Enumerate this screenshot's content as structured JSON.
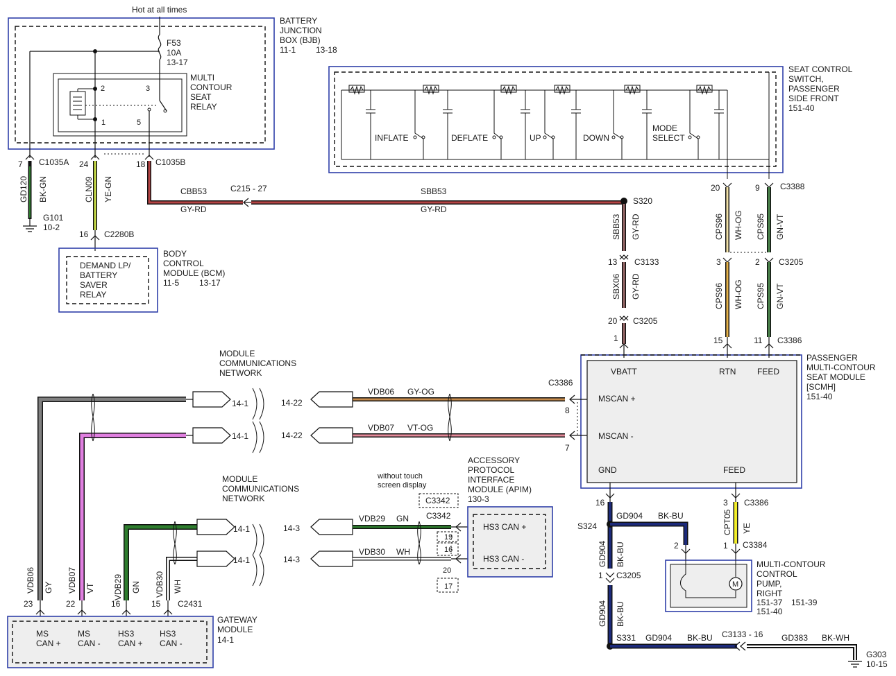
{
  "top_note": "Hot at all times",
  "colors": {
    "box_outline": "#2f3fa8",
    "box_fill": "#eeeeee",
    "wire_black": "#1a1a1a",
    "wire_yellow_green": "#cde34a",
    "wire_grey_red": "#b54444",
    "wire_grey_red_vertical": "#9a6a6a",
    "wire_white_orange": "#f3e2a8",
    "wire_green_violet": "#4f8a4f",
    "wire_grey_orange": "#c58a4c",
    "wire_violet_orange": "#e58a9a",
    "wire_grey": "#808080",
    "wire_violet": "#e07fe0",
    "wire_green": "#2e7d2e",
    "wire_white": "#ffffff",
    "wire_black_blue": "#1c2a7a",
    "wire_yellow": "#f2ee2a"
  },
  "bjb": {
    "title": [
      "BATTERY",
      "JUNCTION",
      "BOX (BJB)"
    ],
    "refs": [
      "11-1",
      "13-18"
    ],
    "fuse": {
      "name": "F53",
      "rating": "10A",
      "ref": "13-17"
    },
    "relay": {
      "label": [
        "MULTI",
        "CONTOUR",
        "SEAT",
        "RELAY"
      ],
      "pins": [
        "2",
        "3",
        "1",
        "5"
      ]
    }
  },
  "connectors_left": [
    {
      "pin": "7",
      "name": "C1035A",
      "circuit": "GD120",
      "color": "BK-GN"
    },
    {
      "pin": "24",
      "name": "",
      "circuit": "CLN09",
      "color": "YE-GN"
    },
    {
      "pin": "18",
      "name": "C1035B",
      "circuit": "",
      "color": ""
    }
  ],
  "ground_g101": {
    "name": "G101",
    "ref": "10-2"
  },
  "bcm": {
    "title": [
      "BODY",
      "CONTROL",
      "MODULE (BCM)"
    ],
    "refs": [
      "11-5",
      "13-17"
    ],
    "inner": [
      "DEMAND LP/",
      "BATTERY",
      "SAVER",
      "RELAY"
    ],
    "pin": "16",
    "connector": "C2280B"
  },
  "gy_rd_run": {
    "left_circuit": "CBB53",
    "left_color": "GY-RD",
    "inline": "C215 - 27",
    "right_circuit": "SBB53",
    "right_color": "GY-RD",
    "splice": "S320"
  },
  "seat_switch": {
    "title": [
      "SEAT CONTROL",
      "SWITCH,",
      "PASSENGER",
      "SIDE FRONT"
    ],
    "ref": "151-40",
    "switches": [
      "INFLATE",
      "DEFLATE",
      "UP",
      "DOWN",
      "MODE",
      "SELECT"
    ]
  },
  "right_connectors": {
    "c3388": {
      "name": "C3388",
      "pins": [
        "20",
        "9"
      ]
    },
    "upper_rtn": {
      "circuit": "CPS96",
      "color": "WH-OG"
    },
    "upper_feed": {
      "circuit": "CPS95",
      "color": "GN-VT"
    },
    "c3205_top": {
      "name": "C3205",
      "pins": [
        "3",
        "2"
      ]
    },
    "lower_rtn": {
      "circuit": "CPS96",
      "color": "WH-OG"
    },
    "lower_feed": {
      "circuit": "CPS95",
      "color": "GN-VT"
    },
    "c3386_top": {
      "name": "C3386",
      "pins": [
        "15",
        "11"
      ]
    }
  },
  "vbatt_run": {
    "upper": {
      "circuit": "SBB53",
      "color": "GY-RD"
    },
    "c3133": {
      "name": "C3133",
      "pin": "13"
    },
    "lower": {
      "circuit": "SBX06",
      "color": "GY-RD"
    },
    "c3205": {
      "name": "C3205",
      "pin": "20"
    },
    "module_pin": "1"
  },
  "scmh": {
    "title": [
      "PASSENGER",
      "MULTI-CONTOUR",
      "SEAT MODULE",
      "[SCMH]"
    ],
    "ref": "151-40",
    "labels": {
      "vbatt": "VBATT",
      "rtn": "RTN",
      "feed_top": "FEED",
      "mscan_p": "MSCAN +",
      "mscan_m": "MSCAN -",
      "gnd": "GND",
      "feed_bottom": "FEED"
    },
    "left_connector": "C3386",
    "left_pins": [
      "8",
      "7"
    ]
  },
  "ms_network": {
    "title": [
      "MODULE",
      "COMMUNICATIONS",
      "NETWORK"
    ],
    "left_refs": [
      "14-1",
      "14-1"
    ],
    "right_refs": [
      "14-22",
      "14-22"
    ],
    "wires": [
      {
        "circuit": "VDB06",
        "color": "GY-OG"
      },
      {
        "circuit": "VDB07",
        "color": "VT-OG"
      }
    ]
  },
  "hs3_network": {
    "title": [
      "MODULE",
      "COMMUNICATIONS",
      "NETWORK"
    ],
    "left_refs": [
      "14-1",
      "14-1"
    ],
    "right_refs": [
      "14-3",
      "14-3"
    ],
    "wires": [
      {
        "circuit": "VDB29",
        "color": "GN"
      },
      {
        "circuit": "VDB30",
        "color": "WH"
      }
    ]
  },
  "apim": {
    "title": [
      "ACCESSORY",
      "PROTOCOL",
      "INTERFACE",
      "MODULE (APIM)"
    ],
    "ref": "130-3",
    "note": [
      "without touch",
      "screen display"
    ],
    "alt_connector": "C3342",
    "connector": "C3342",
    "pins": [
      "19",
      "16",
      "20",
      "17"
    ],
    "labels": [
      "HS3 CAN +",
      "HS3 CAN -"
    ]
  },
  "gateway": {
    "title": [
      "GATEWAY",
      "MODULE"
    ],
    "ref": "14-1",
    "connector": "C2431",
    "verticals": [
      {
        "circuit": "VDB06",
        "color": "GY",
        "pin": "23"
      },
      {
        "circuit": "VDB07",
        "color": "VT",
        "pin": "22"
      },
      {
        "circuit": "VDB29",
        "color": "GN",
        "pin": "16"
      },
      {
        "circuit": "VDB30",
        "color": "WH",
        "pin": "15"
      }
    ],
    "pins_labels": [
      [
        "MS",
        "CAN +"
      ],
      [
        "MS",
        "CAN -"
      ],
      [
        "HS3",
        "CAN +"
      ],
      [
        "HS3",
        "CAN -"
      ]
    ]
  },
  "ground_section": {
    "gnd_pin": "16",
    "gnd_circuit": "GD904",
    "gnd_color": "BK-BU",
    "splice_s324": "S324",
    "pump_pin": "2",
    "vertical_circuit": "GD904",
    "vertical_color": "BK-BU",
    "c3205": {
      "name": "C3205",
      "pin": "1"
    },
    "lower_vertical_circuit": "GD904",
    "lower_vertical_color": "BK-BU",
    "splice_s331": "S331",
    "bottom_circuit": "GD904",
    "bottom_color": "BK-BU",
    "inline": "C3133 - 16",
    "g303_circuit": "GD383",
    "g303_color": "BK-WH",
    "ground_name": "G303",
    "ground_ref": "10-15"
  },
  "feed_section": {
    "c3386_pin": "3",
    "c3386": "C3386",
    "circuit": "CPT05",
    "color": "YE",
    "c3384_pin": "1",
    "c3384": "C3384"
  },
  "pump": {
    "title": [
      "MULTI-CONTOUR",
      "CONTROL",
      "PUMP,",
      "RIGHT"
    ],
    "refs": [
      "151-37",
      "151-39",
      "151-40"
    ],
    "motor": "M"
  }
}
